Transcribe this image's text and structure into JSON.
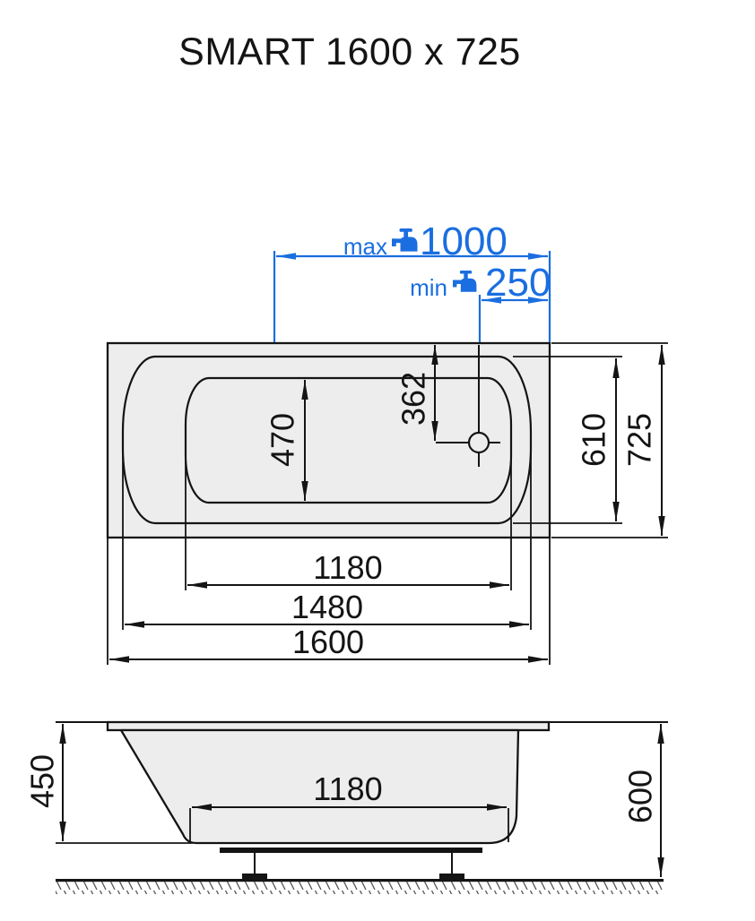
{
  "title": "SMART 1600 x 725",
  "colors": {
    "accent_blue": "#1a6ee0",
    "line": "#141414",
    "fill_gray": "#ededed",
    "hatch": "#555555",
    "background": "#ffffff"
  },
  "top_view": {
    "tap_clearance_max": {
      "label": "max",
      "value": "1000",
      "icon": "faucet-icon"
    },
    "tap_clearance_min": {
      "label": "min",
      "value": "250",
      "icon": "faucet-icon"
    },
    "drain_offset_from_end": "362",
    "inner_floor_width": "470",
    "rim_opening_width": "610",
    "overall_width": "725",
    "inner_floor_length": "1180",
    "rim_opening_length": "1480",
    "overall_length": "1600"
  },
  "side_view": {
    "inner_depth": "450",
    "floor_length": "1180",
    "overall_height": "600"
  }
}
